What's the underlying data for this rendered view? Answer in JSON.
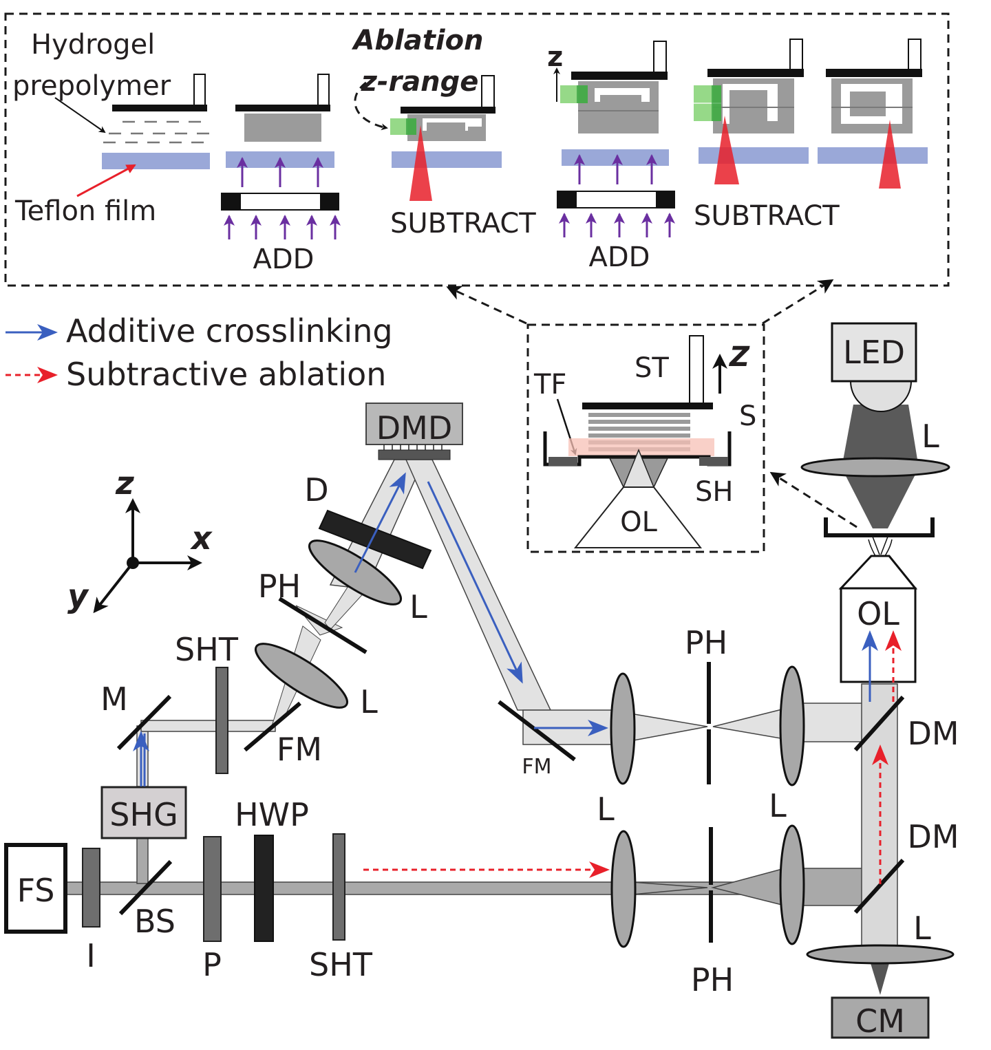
{
  "colors": {
    "additive": "#3a5fbf",
    "subtractive": "#e8202a",
    "uv_arrow": "#6a2fa0",
    "teflon": "#9aa8d8",
    "hydrogel": "#9b9b9b",
    "green_window": "#7ccf6a",
    "pink_film": "#f7c0b5",
    "beam_light": "#e2e2e2",
    "beam_dark": "#a9a9a9",
    "lens": "#a8a8a8",
    "box_gray": "#bcbcbc"
  },
  "legend": {
    "additive_label": "Additive crosslinking",
    "subtractive_label": "Subtractive ablation"
  },
  "process_panel": {
    "step1": {
      "label_line1": "Hydrogel",
      "label_line2": "prepolymer",
      "film_label": "Teflon film"
    },
    "step2": {
      "caption": "ADD"
    },
    "step3": {
      "title_line1": "Ablation",
      "title_line2": "z-range",
      "caption": "SUBTRACT"
    },
    "step4": {
      "axis_label": "z",
      "caption": "ADD"
    },
    "step5": {
      "caption": "SUBTRACT"
    },
    "step6": {
      "caption": ""
    }
  },
  "inset": {
    "stage_label": "ST",
    "z_label": "Z",
    "teflon_label": "TF",
    "sample_label": "S",
    "holder_label": "SH",
    "objective_label": "OL"
  },
  "axes": {
    "x": "x",
    "y": "y",
    "z": "z"
  },
  "components": {
    "femtosecond_laser": "FS",
    "iris": "I",
    "beam_splitter": "BS",
    "shg": "SHG",
    "polarizer": "P",
    "half_wave_plate": "HWP",
    "shutter_main": "SHT",
    "shutter_shg": "SHT",
    "mirror": "M",
    "flip_mirror_1": "FM",
    "flip_mirror_2": "FM",
    "lens_1": "L",
    "lens_2": "L",
    "pinhole_1": "PH",
    "diffuser": "D",
    "dmd": "DMD",
    "lens_top_1": "L",
    "lens_top_2": "L",
    "pinhole_top": "PH",
    "lens_bot_1": "L",
    "pinhole_bot": "PH",
    "dichroic_top": "DM",
    "dichroic_bot": "DM",
    "lens_camera": "L",
    "camera": "CM",
    "led": "LED",
    "lens_led": "L",
    "objective": "OL"
  }
}
